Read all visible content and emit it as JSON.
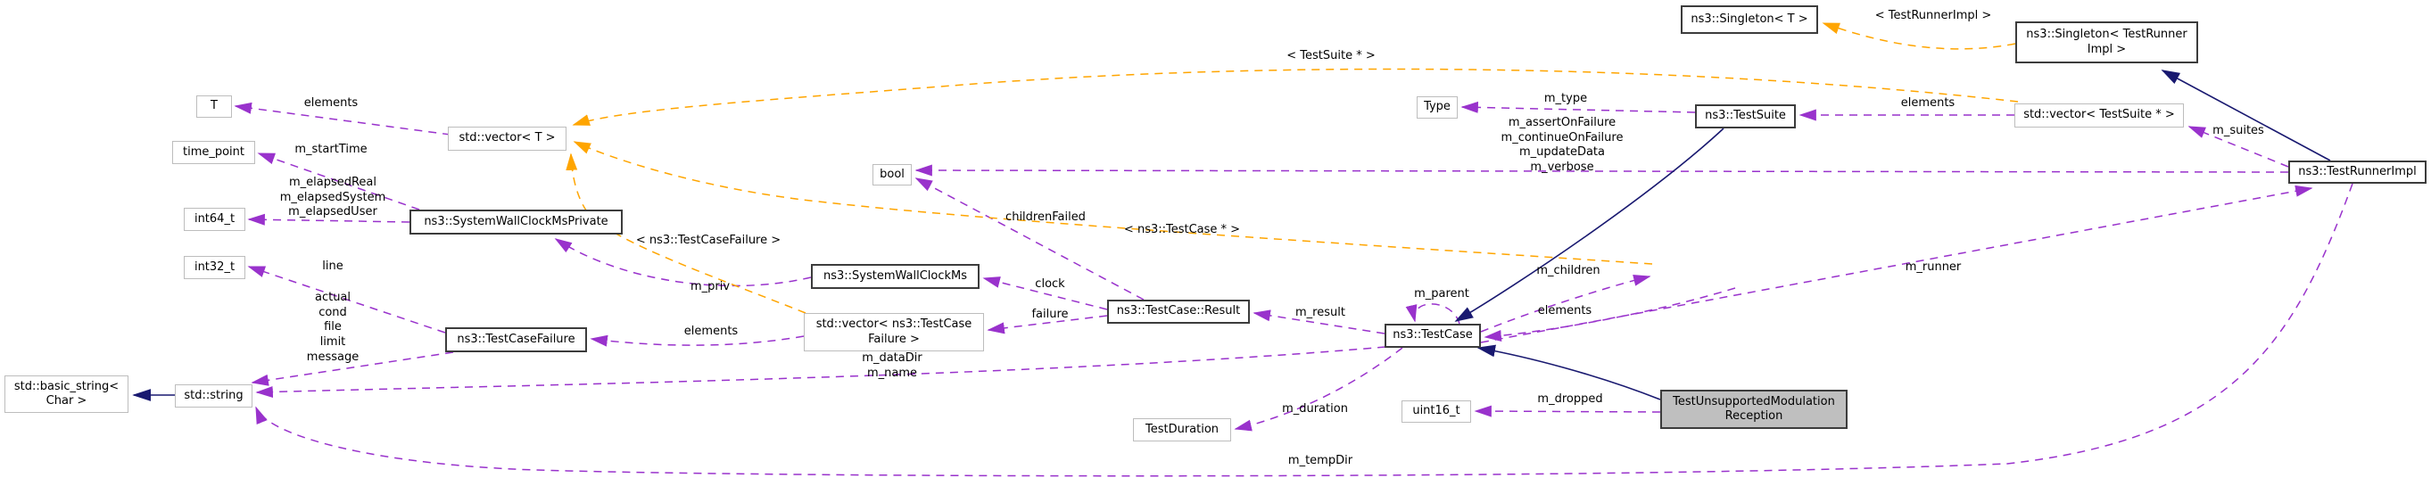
{
  "diagram": {
    "kind": "collaboration graph",
    "current_node": "TestUnsupportedModulation Reception"
  },
  "colors": {
    "usage_edge": "#9932CC",
    "template_edge": "#FFA500",
    "inheritance_edge": "#191970",
    "current_node_fill": "#BFBFBF",
    "background": "#FFFFFF"
  },
  "nodes": {
    "t": "T",
    "time_point": "time_point",
    "int64_t": "int64_t",
    "int32_t": "int32_t",
    "vector_t": "std::vector< T >",
    "system_wall_clock_ms_private": "ns3::SystemWallClockMsPrivate",
    "test_case_failure": "ns3::TestCaseFailure",
    "basic_string": "std::basic_string< Char >",
    "std_string": "std::string",
    "bool": "bool",
    "system_wall_clock_ms": "ns3::SystemWallClockMs",
    "vector_test_case_failure": "std::vector< ns3::TestCase Failure >",
    "test_case_result": "ns3::TestCase::Result",
    "test_case": "ns3::TestCase",
    "test_duration": "TestDuration",
    "uint16_t": "uint16_t",
    "test_unsupported_modulation_reception": "TestUnsupportedModulation Reception",
    "type": "Type",
    "test_suite": "ns3::TestSuite",
    "vector_test_suite": "std::vector< TestSuite * >",
    "singleton_t": "ns3::Singleton< T >",
    "singleton_test_runner_impl": "ns3::Singleton< TestRunner Impl >",
    "test_runner_impl": "ns3::TestRunnerImpl"
  },
  "edge_labels": {
    "elements_t": "elements",
    "m_start_time": "m_startTime",
    "elapsed": "m_elapsedReal\nm_elapsedSystem\nm_elapsedUser",
    "line": "line",
    "failure_fields": "actual\ncond\nfile\nlimit\nmessage",
    "template_test_suite": "< TestSuite * >",
    "template_test_runner_impl": "< TestRunnerImpl >",
    "m_type": "m_type",
    "runner_flags": "m_assertOnFailure\nm_continueOnFailure\nm_updateData\nm_verbose",
    "elements_test_suite": "elements",
    "m_suites": "m_suites",
    "children_failed": "childrenFailed",
    "template_test_case": "< ns3::TestCase * >",
    "template_test_case_failure": "< ns3::TestCaseFailure >",
    "m_priv": "m_priv",
    "clock": "clock",
    "failure": "failure",
    "elements_test_case_failure": "elements",
    "m_result": "m_result",
    "m_parent": "m_parent",
    "m_children": "m_children",
    "elements_test_case": "elements",
    "m_runner": "m_runner",
    "m_data_dir": "m_dataDir\nm_name",
    "m_duration": "m_duration",
    "m_dropped": "m_dropped",
    "m_temp_dir": "m_tempDir"
  }
}
